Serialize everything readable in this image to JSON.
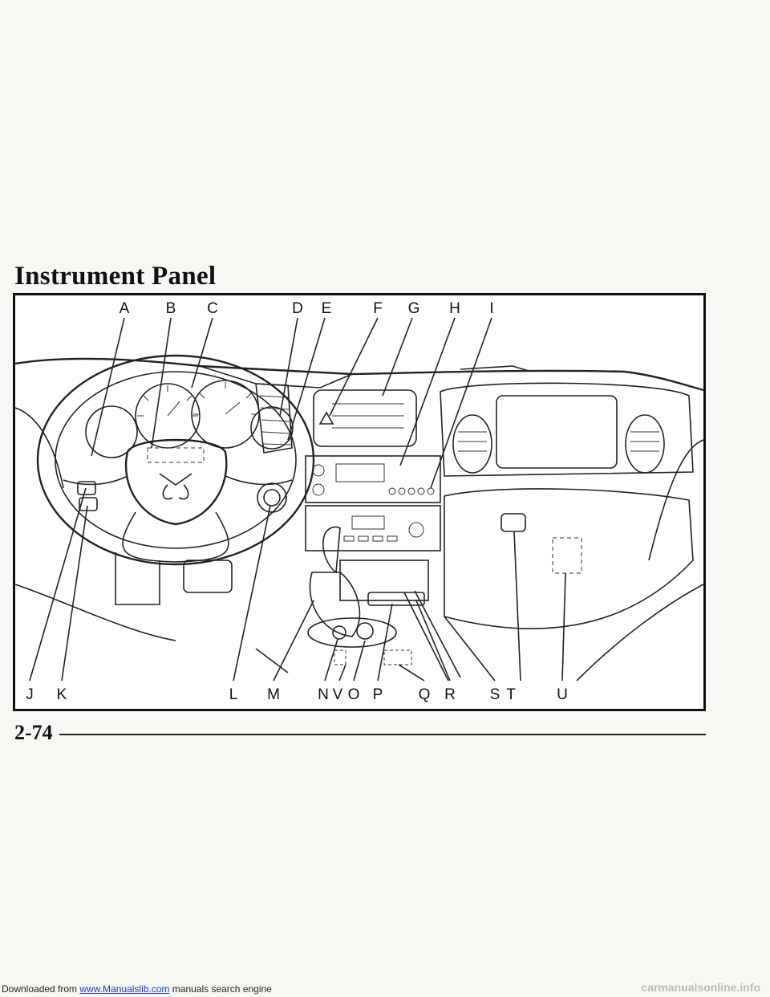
{
  "page": {
    "title": "Instrument Panel",
    "page_number": "2-74"
  },
  "figure": {
    "callouts_top": [
      "A",
      "B",
      "C",
      "D",
      "E",
      "F",
      "G",
      "H",
      "I"
    ],
    "callouts_bottom": [
      "J",
      "K",
      "L",
      "M",
      "N",
      "V",
      "O",
      "P",
      "Q",
      "R",
      "S",
      "T",
      "U"
    ]
  },
  "footer": {
    "prefix": "Downloaded from ",
    "link": "www.Manualslib.com",
    "suffix": " manuals search engine",
    "right_text": "carmanualsonline.info"
  }
}
